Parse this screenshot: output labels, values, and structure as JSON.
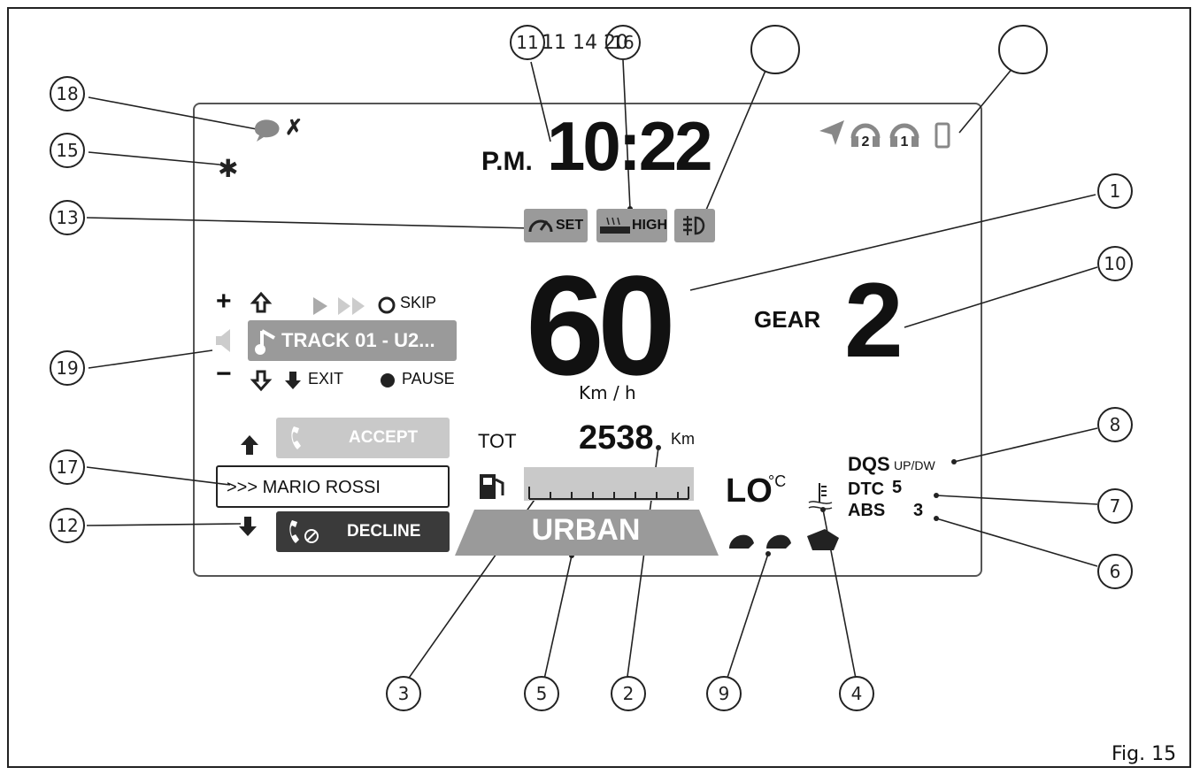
{
  "figure": {
    "label": "Fig. 15"
  },
  "clock": {
    "ampm": "P.M.",
    "time": "10:22",
    "date": "11 14 20"
  },
  "indicators": {
    "cruise_set": "SET",
    "grip_heat": "HIGH"
  },
  "speed": {
    "value": "60",
    "unit": "Km / h"
  },
  "gear": {
    "label": "GEAR",
    "value": "2"
  },
  "media": {
    "skip_label": "SKIP",
    "track": "TRACK 01 - U2...",
    "exit_label": "EXIT",
    "pause_label": "PAUSE",
    "plus": "+",
    "minus": "−"
  },
  "phone": {
    "accept_label": "ACCEPT",
    "caller": ">>> MARIO ROSSI",
    "decline_label": "DECLINE"
  },
  "odometer": {
    "label": "TOT",
    "value": "2538",
    "unit": "Km"
  },
  "riding_mode": "URBAN",
  "temperature": {
    "value": "LO",
    "unit": "°C"
  },
  "status": {
    "dqs_label": "DQS",
    "dqs_value": "UP/DW",
    "dtc_label": "DTC",
    "dtc_value": "5",
    "abs_label": "ABS",
    "abs_value": "3"
  },
  "callouts": [
    "1",
    "2",
    "3",
    "4",
    "5",
    "6",
    "7",
    "8",
    "9",
    "10",
    "11",
    "12",
    "13",
    "15",
    "16",
    "17",
    "18",
    "19",
    ""
  ],
  "icons": [
    "navigation-arrow-icon",
    "headset-2-icon",
    "headset-1-icon",
    "phone-icon",
    "bluetooth-icon",
    "voice-bubble-icon",
    "mute-mic-icon",
    "cruise-control-icon",
    "heated-grip-icon",
    "fog-light-icon",
    "speaker-icon",
    "music-note-icon",
    "fuel-pump-icon",
    "thermometer-icon",
    "helmet-icon",
    "luggage-icon",
    "arrow-up-icon",
    "arrow-down-icon",
    "phone-accept-icon",
    "phone-decline-icon"
  ]
}
